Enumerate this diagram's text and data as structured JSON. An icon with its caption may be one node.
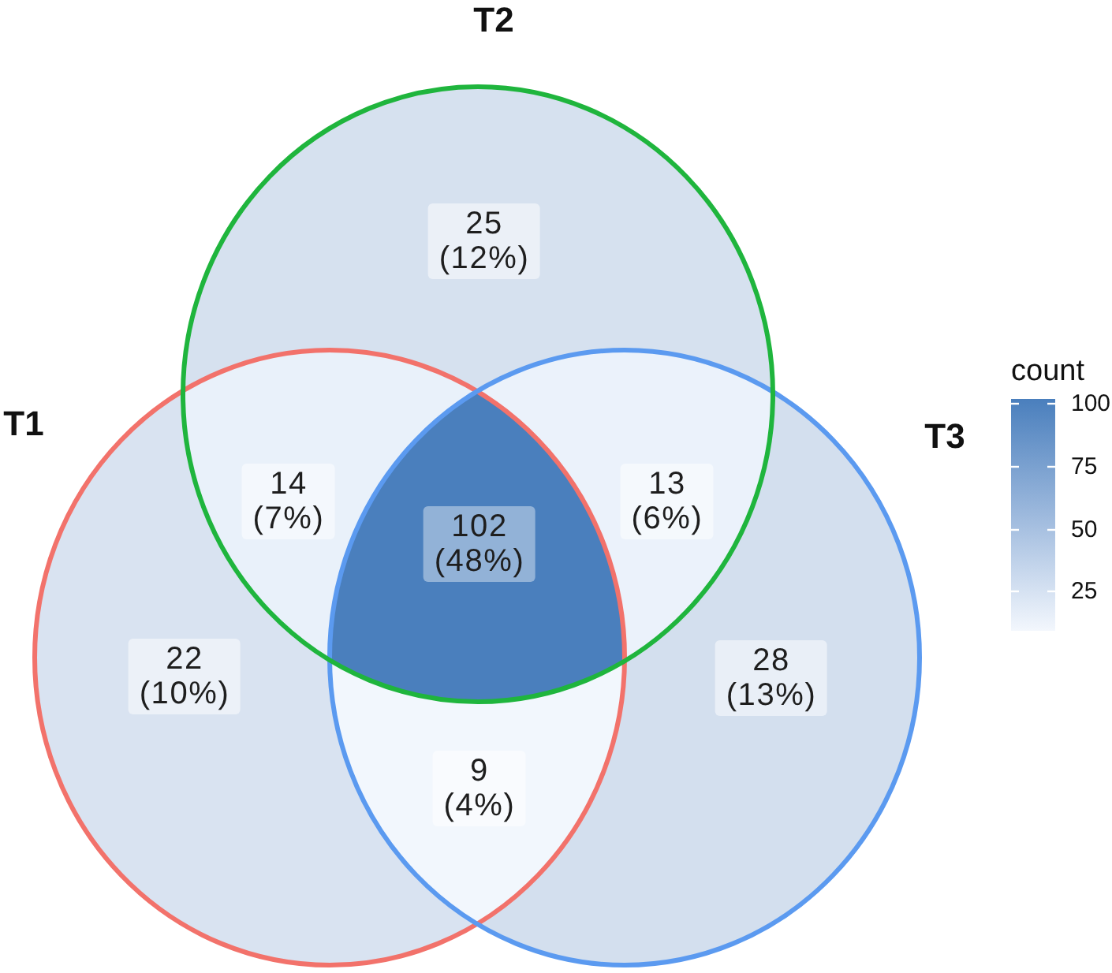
{
  "diagram": {
    "nodes": [
      {
        "text": [
          "T1"
        ]
      },
      {
        "text": [
          "T2"
        ]
      },
      {
        "text": [
          "T3"
        ]
      },
      {
        "text": [
          "25 (12%)"
        ],
        "in": 1
      },
      {
        "text": [
          "14 (7%)"
        ]
      },
      {
        "text": [
          "13 (6%)"
        ]
      },
      {
        "text": [
          "102 (48%)"
        ]
      },
      {
        "text": [
          "22 (10%)"
        ],
        "in": 0
      },
      {
        "text": [
          "28 (13%)"
        ],
        "in": 2
      },
      {
        "text": [
          "9 (4%)"
        ]
      }
    ],
    "labels": [
      "count",
      "100",
      "75",
      "50",
      "25"
    ]
  }
}
